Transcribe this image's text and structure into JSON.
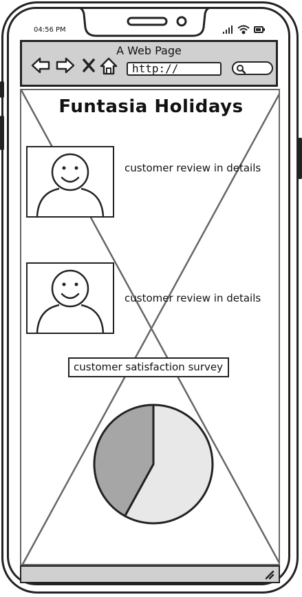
{
  "status_bar": {
    "time": "04:56 PM"
  },
  "browser": {
    "tab_title": "A Web Page",
    "url": "http://"
  },
  "page": {
    "heading": "Funtasia Holidays",
    "reviews": [
      {
        "text": "customer review in details"
      },
      {
        "text": "customer review in details"
      }
    ],
    "survey_label": "customer satisfaction survey"
  },
  "chart_data": {
    "type": "pie",
    "slices": [
      {
        "value": 58,
        "color": "#e8e8e8"
      },
      {
        "value": 42,
        "color": "#a6a6a6"
      }
    ]
  },
  "colors": {
    "frame": "#222222",
    "chrome": "#d0d0d0",
    "placeholder_cross": "#666666"
  }
}
